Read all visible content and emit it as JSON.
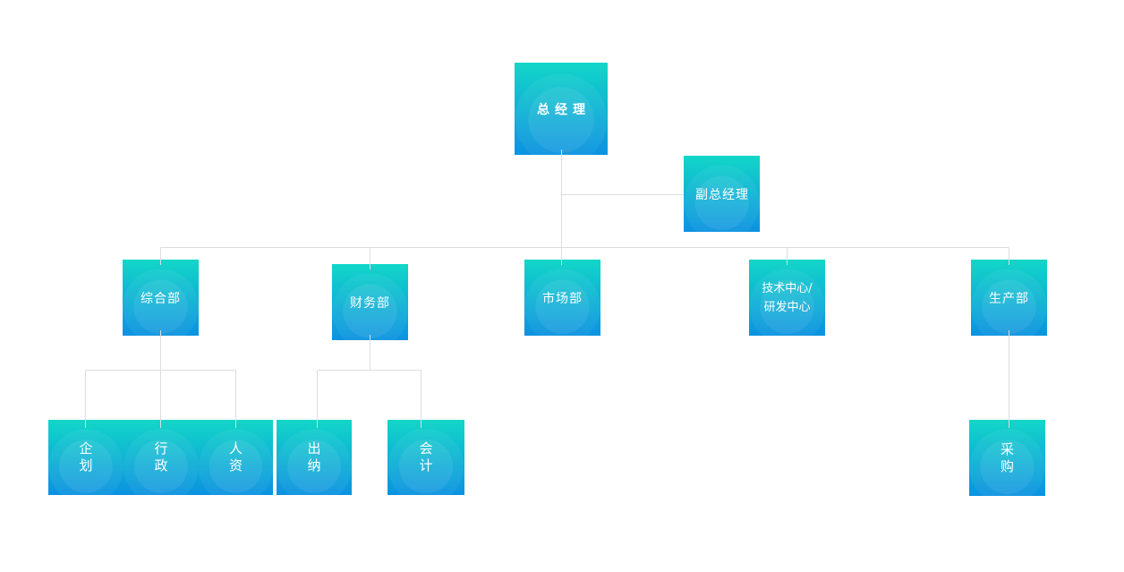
{
  "chart": {
    "type": "org-chart",
    "colors": {
      "node_gradient_top": "#12d6c8",
      "node_gradient_bottom": "#0c92e0",
      "connector_line": "#dcdcdc",
      "node_text": "#ffffff",
      "background": "#ffffff"
    },
    "nodes": {
      "gm": {
        "label": "总经理"
      },
      "deputy_gm": {
        "label": "副总经理"
      },
      "general_dept": {
        "label": "综合部"
      },
      "finance_dept": {
        "label": "财务部"
      },
      "marketing_dept": {
        "label": "市场部"
      },
      "tech_center": {
        "label_line1": "技术中心/",
        "label_line2": "研发中心"
      },
      "production_dept": {
        "label": "生产部"
      },
      "planning": {
        "label": "企划"
      },
      "admin": {
        "label": "行政"
      },
      "hr": {
        "label": "人资"
      },
      "cashier": {
        "label": "出纳"
      },
      "accounting": {
        "label": "会计"
      },
      "procurement": {
        "label": "采购"
      }
    },
    "hierarchy": {
      "gm": [
        "general_dept",
        "finance_dept",
        "marketing_dept",
        "tech_center",
        "production_dept"
      ],
      "gm_staff": [
        "deputy_gm"
      ],
      "general_dept": [
        "planning",
        "admin",
        "hr"
      ],
      "finance_dept": [
        "cashier",
        "accounting"
      ],
      "production_dept": [
        "procurement"
      ]
    }
  }
}
